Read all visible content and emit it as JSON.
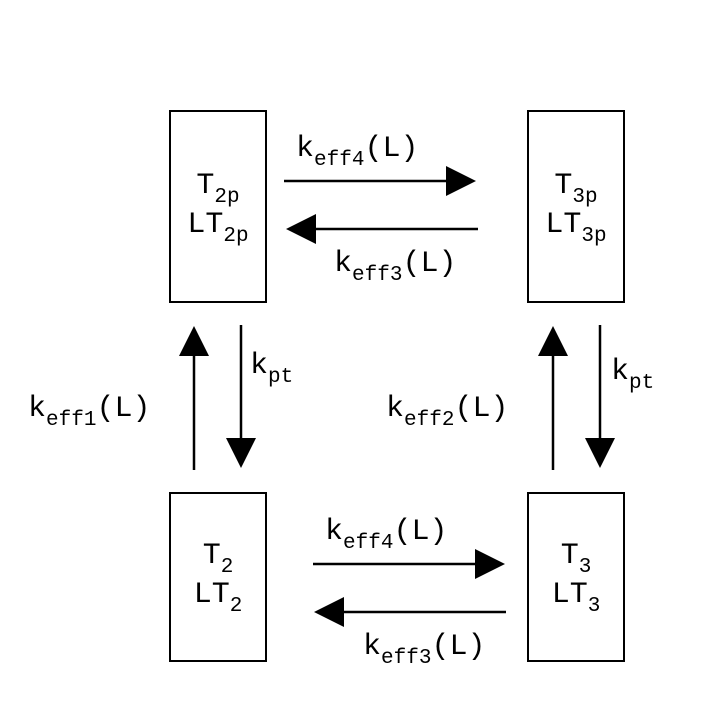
{
  "boxes": {
    "t2p": {
      "species1": {
        "base": "T",
        "sub": "2p"
      },
      "species2": {
        "base": "LT",
        "sub": "2p"
      }
    },
    "t3p": {
      "species1": {
        "base": "T",
        "sub": "3p"
      },
      "species2": {
        "base": "LT",
        "sub": "3p"
      }
    },
    "t2": {
      "species1": {
        "base": "T",
        "sub": "2"
      },
      "species2": {
        "base": "LT",
        "sub": "2"
      }
    },
    "t3": {
      "species1": {
        "base": "T",
        "sub": "3"
      },
      "species2": {
        "base": "LT",
        "sub": "3"
      }
    }
  },
  "rates": {
    "top_forward": {
      "base": "k",
      "sub": "eff4",
      "arg": "(L)"
    },
    "top_reverse": {
      "base": "k",
      "sub": "eff3",
      "arg": "(L)"
    },
    "bottom_forward": {
      "base": "k",
      "sub": "eff4",
      "arg": "(L)"
    },
    "bottom_reverse": {
      "base": "k",
      "sub": "eff3",
      "arg": "(L)"
    },
    "left_up": {
      "base": "k",
      "sub": "eff1",
      "arg": "(L)"
    },
    "left_down": {
      "base": "k",
      "sub": "pt",
      "arg": ""
    },
    "right_up": {
      "base": "k",
      "sub": "eff2",
      "arg": "(L)"
    },
    "right_down": {
      "base": "k",
      "sub": "pt",
      "arg": ""
    }
  }
}
